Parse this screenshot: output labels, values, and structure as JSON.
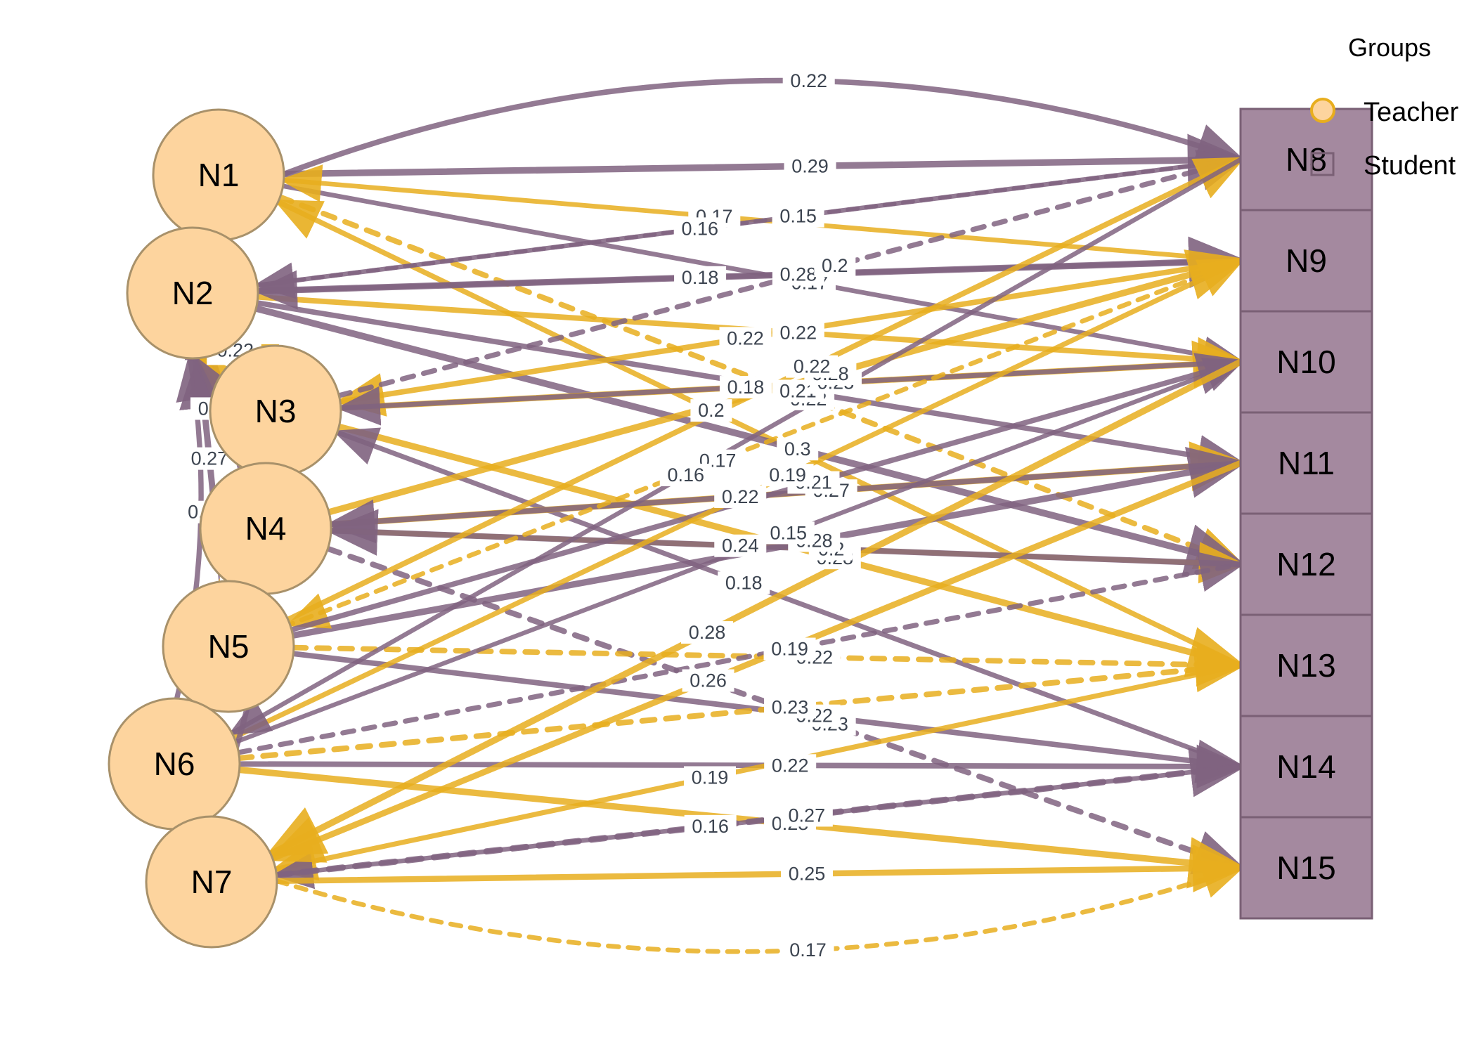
{
  "colors": {
    "teacher_fill": "#FDD49E",
    "teacher_border": "#A8916A",
    "teacher_edge": "#E8AE1E",
    "student_fill": "#A4899F",
    "student_border": "#7A6075",
    "student_edge": "#806380",
    "label_text": "#3C4450"
  },
  "legend": {
    "title": "Groups",
    "items": [
      {
        "label": "Teacher",
        "shape": "circle"
      },
      {
        "label": "Student",
        "shape": "square"
      }
    ]
  },
  "nodes": [
    {
      "id": "N1",
      "label": "N1",
      "group": "Teacher"
    },
    {
      "id": "N2",
      "label": "N2",
      "group": "Teacher"
    },
    {
      "id": "N3",
      "label": "N3",
      "group": "Teacher"
    },
    {
      "id": "N4",
      "label": "N4",
      "group": "Teacher"
    },
    {
      "id": "N5",
      "label": "N5",
      "group": "Teacher"
    },
    {
      "id": "N6",
      "label": "N6",
      "group": "Teacher"
    },
    {
      "id": "N7",
      "label": "N7",
      "group": "Teacher"
    },
    {
      "id": "N8",
      "label": "N8",
      "group": "Student"
    },
    {
      "id": "N9",
      "label": "N9",
      "group": "Student"
    },
    {
      "id": "N10",
      "label": "N10",
      "group": "Student"
    },
    {
      "id": "N11",
      "label": "N11",
      "group": "Student"
    },
    {
      "id": "N12",
      "label": "N12",
      "group": "Student"
    },
    {
      "id": "N13",
      "label": "N13",
      "group": "Student"
    },
    {
      "id": "N14",
      "label": "N14",
      "group": "Student"
    },
    {
      "id": "N15",
      "label": "N15",
      "group": "Student"
    }
  ],
  "edges": [
    {
      "from": "N1",
      "to": "N8",
      "weight": "0.22",
      "group": "Student",
      "style": "solid",
      "curve": -0.18
    },
    {
      "from": "N1",
      "to": "N8",
      "weight": "0.29",
      "group": "Student",
      "style": "solid",
      "curve": 0
    },
    {
      "from": "N13",
      "to": "N1",
      "weight": "0.2",
      "group": "Teacher",
      "style": "solid",
      "curve": 0
    },
    {
      "from": "N1",
      "to": "N10",
      "weight": "0.17",
      "group": "Student",
      "style": "solid",
      "curve": 0
    },
    {
      "from": "N9",
      "to": "N1",
      "weight": "0.17",
      "group": "Teacher",
      "style": "solid",
      "curve": 0
    },
    {
      "from": "N1",
      "to": "N12",
      "weight": "0.22",
      "group": "Teacher",
      "style": "dashed",
      "curve": 0
    },
    {
      "from": "N2",
      "to": "N9",
      "weight": "0.28",
      "group": "Student",
      "style": "solid",
      "curve": 0
    },
    {
      "from": "N2",
      "to": "N10",
      "weight": "0.22",
      "group": "Teacher",
      "style": "solid",
      "curve": 0
    },
    {
      "from": "N2",
      "to": "N11",
      "weight": "0.21",
      "group": "Student",
      "style": "solid",
      "curve": 0
    },
    {
      "from": "N2",
      "to": "N12",
      "weight": "0.3",
      "group": "Student",
      "style": "solid",
      "curve": 0
    },
    {
      "from": "N2",
      "to": "N8",
      "weight": "0.15",
      "group": "Student",
      "style": "dashed",
      "curve": 0
    },
    {
      "from": "N9",
      "to": "N2",
      "weight": "0.18",
      "group": "Student",
      "style": "solid",
      "curve": 0
    },
    {
      "from": "N8",
      "to": "N2",
      "weight": "0.16",
      "group": "Student",
      "style": "solid",
      "curve": 0
    },
    {
      "from": "N3",
      "to": "N10",
      "weight": "0.25",
      "group": "Teacher",
      "style": "solid",
      "curve": 0
    },
    {
      "from": "N9",
      "to": "N3",
      "weight": "0.22",
      "group": "Teacher",
      "style": "solid",
      "curve": 0
    },
    {
      "from": "N10",
      "to": "N3",
      "weight": "0.18",
      "group": "Student",
      "style": "solid",
      "curve": 0
    },
    {
      "from": "N3",
      "to": "N13",
      "weight": "0.28",
      "group": "Teacher",
      "style": "solid",
      "curve": 0
    },
    {
      "from": "N3",
      "to": "N8",
      "weight": "0.2",
      "group": "Student",
      "style": "dashed",
      "curve": 0
    },
    {
      "from": "N14",
      "to": "N3",
      "weight": "0.18",
      "group": "Student",
      "style": "solid",
      "curve": 0
    },
    {
      "from": "N4",
      "to": "N9",
      "weight": "0.28",
      "group": "Teacher",
      "style": "solid",
      "curve": 0
    },
    {
      "from": "N4",
      "to": "N11",
      "weight": "0.27",
      "group": "Teacher",
      "style": "solid",
      "curve": 0
    },
    {
      "from": "N11",
      "to": "N4",
      "weight": "0.22",
      "group": "Student",
      "style": "solid",
      "curve": 0
    },
    {
      "from": "N4",
      "to": "N12",
      "weight": "0.2",
      "group": "Teacher",
      "style": "solid",
      "curve": 0
    },
    {
      "from": "N12",
      "to": "N4",
      "weight": "0.24",
      "group": "Student",
      "style": "solid",
      "curve": 0
    },
    {
      "from": "N4",
      "to": "N15",
      "weight": "0.23",
      "group": "Student",
      "style": "dashed",
      "curve": 0
    },
    {
      "from": "N5",
      "to": "N8",
      "weight": "0.22",
      "group": "Teacher",
      "style": "solid",
      "curve": 0
    },
    {
      "from": "N5",
      "to": "N11",
      "weight": "0.28",
      "group": "Student",
      "style": "solid",
      "curve": 0
    },
    {
      "from": "N5",
      "to": "N13",
      "weight": "0.22",
      "group": "Teacher",
      "style": "dashed",
      "curve": 0
    },
    {
      "from": "N5",
      "to": "N14",
      "weight": "0.22",
      "group": "Student",
      "style": "solid",
      "curve": 0
    },
    {
      "from": "N9",
      "to": "N5",
      "weight": "0.17",
      "group": "Teacher",
      "style": "dashed",
      "curve": 0
    },
    {
      "from": "N5",
      "to": "N10",
      "weight": "0.21",
      "group": "Student",
      "style": "solid",
      "curve": 0
    },
    {
      "from": "N6",
      "to": "N9",
      "weight": "0.19",
      "group": "Teacher",
      "style": "solid",
      "curve": 0
    },
    {
      "from": "N6",
      "to": "N10",
      "weight": "0.15",
      "group": "Student",
      "style": "solid",
      "curve": 0
    },
    {
      "from": "N6",
      "to": "N12",
      "weight": "0.19",
      "group": "Student",
      "style": "dashed",
      "curve": 0
    },
    {
      "from": "N6",
      "to": "N14",
      "weight": "0.22",
      "group": "Student",
      "style": "solid",
      "curve": 0
    },
    {
      "from": "N6",
      "to": "N15",
      "weight": "0.28",
      "group": "Teacher",
      "style": "solid",
      "curve": 0
    },
    {
      "from": "N6",
      "to": "N13",
      "weight": "0.23",
      "group": "Teacher",
      "style": "dashed",
      "curve": 0
    },
    {
      "from": "N8",
      "to": "N6",
      "weight": "0.16",
      "group": "Student",
      "style": "solid",
      "curve": 0
    },
    {
      "from": "N13",
      "to": "N7",
      "weight": "0.19",
      "group": "Teacher",
      "style": "solid",
      "curve": 0
    },
    {
      "from": "N14",
      "to": "N7",
      "weight": "0.16",
      "group": "Student",
      "style": "solid",
      "curve": 0
    },
    {
      "from": "N7",
      "to": "N15",
      "weight": "0.25",
      "group": "Teacher",
      "style": "solid",
      "curve": 0
    },
    {
      "from": "N7",
      "to": "N15",
      "weight": "0.17",
      "group": "Teacher",
      "style": "dashed",
      "curve": 0.16
    },
    {
      "from": "N7",
      "to": "N14",
      "weight": "0.27",
      "group": "Student",
      "style": "dashed",
      "curve": 0
    },
    {
      "from": "N11",
      "to": "N7",
      "weight": "0.26",
      "group": "Teacher",
      "style": "solid",
      "curve": 0
    },
    {
      "from": "N10",
      "to": "N7",
      "weight": "0.28",
      "group": "Teacher",
      "style": "solid",
      "curve": 0
    },
    {
      "from": "N1",
      "to": "N2",
      "weight": "0.28",
      "group": "Student",
      "style": "solid",
      "curve": 0.4
    },
    {
      "from": "N2",
      "to": "N1",
      "weight": "0.2",
      "group": "Teacher",
      "style": "solid",
      "curve": 0.4
    },
    {
      "from": "N2",
      "to": "N3",
      "weight": "0.25",
      "group": "Student",
      "style": "solid",
      "curve": 0.3
    },
    {
      "from": "N3",
      "to": "N2",
      "weight": "0.22",
      "group": "Teacher",
      "style": "solid",
      "curve": 0.3
    },
    {
      "from": "N4",
      "to": "N2",
      "weight": "0.19",
      "group": "Student",
      "style": "solid",
      "curve": -0.2
    },
    {
      "from": "N5",
      "to": "N2",
      "weight": "0.27",
      "group": "Student",
      "style": "solid",
      "curve": 0
    },
    {
      "from": "N6",
      "to": "N2",
      "weight": "0.2",
      "group": "Student",
      "style": "solid",
      "curve": 0.1
    },
    {
      "from": "N5",
      "to": "N2",
      "weight": "0.29",
      "group": "Teacher",
      "style": "solid",
      "curve": 0.4
    },
    {
      "from": "N7",
      "to": "N2",
      "weight": "0.22",
      "group": "Student",
      "style": "solid",
      "curve": 0.25
    },
    {
      "from": "N3",
      "to": "N4",
      "weight": "0.19",
      "group": "Student",
      "style": "solid",
      "curve": -0.4
    },
    {
      "from": "N4",
      "to": "N5",
      "weight": "0.17",
      "group": "Student",
      "style": "solid",
      "curve": -0.4
    },
    {
      "from": "N6",
      "to": "N7",
      "weight": "0.18",
      "group": "Student",
      "style": "solid",
      "curve": -0.3
    }
  ]
}
